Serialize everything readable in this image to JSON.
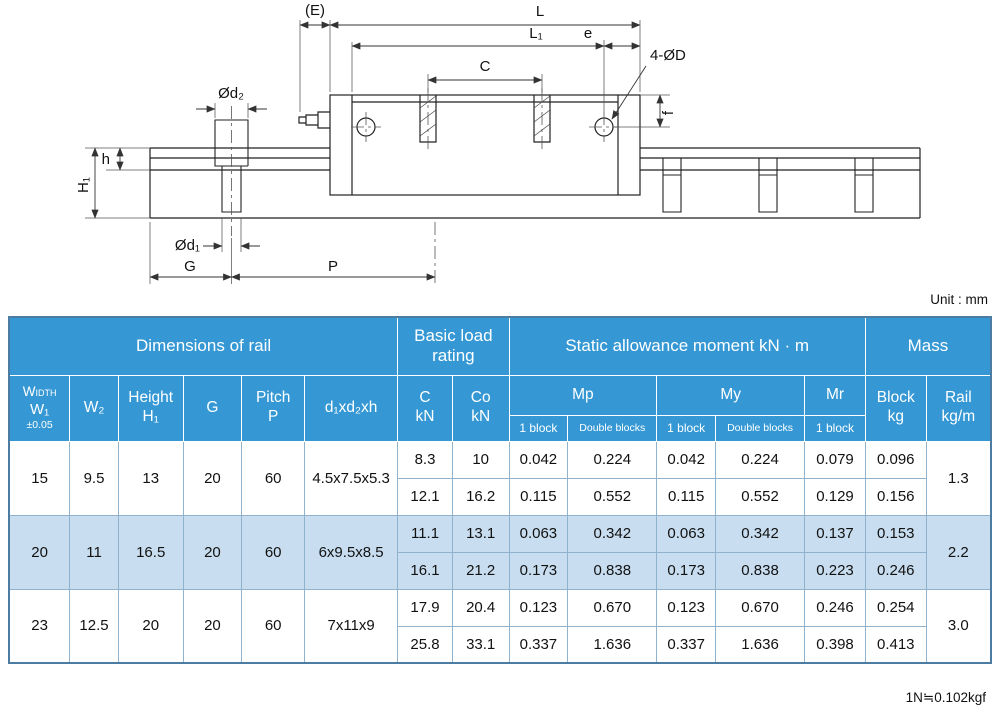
{
  "page": {
    "unit_label": "Unit : mm",
    "footnote": "1N≒0.102kgf"
  },
  "drawing": {
    "labels": {
      "E": "(E)",
      "L": "L",
      "L1": "L₁",
      "e": "e",
      "C": "C",
      "holes": "4-ØD",
      "f": "f",
      "d2": "Ød₂",
      "h": "h",
      "H1": "H₁",
      "d1": "Ød₁",
      "G": "G",
      "P": "P"
    }
  },
  "table": {
    "header": {
      "dims": "Dimensions of rail",
      "load": "Basic load\nrating",
      "static": "Static allowance moment kN · m",
      "mass": "Mass",
      "w1_title": "Width",
      "w1_symbol": "W₁",
      "w1_tol": "±0.05",
      "w2": "W₂",
      "h1": "Height\nH₁",
      "g": "G",
      "p": "Pitch\nP",
      "d": "d₁xd₂xh",
      "c": "C\nkN",
      "co": "Co\nkN",
      "mp": "Mp",
      "my": "My",
      "mr": "Mr",
      "one_block": "1 block",
      "double_blocks": "Double blocks",
      "block": "Block\nkg",
      "rail": "Rail\nkg/m"
    },
    "groups": [
      {
        "w1": "15",
        "w2": "9.5",
        "h1": "13",
        "g": "20",
        "p": "60",
        "d": "4.5x7.5x5.3",
        "rail": "1.3",
        "rows": [
          [
            "8.3",
            "10",
            "0.042",
            "0.224",
            "0.042",
            "0.224",
            "0.079",
            "0.096"
          ],
          [
            "12.1",
            "16.2",
            "0.115",
            "0.552",
            "0.115",
            "0.552",
            "0.129",
            "0.156"
          ]
        ]
      },
      {
        "w1": "20",
        "w2": "11",
        "h1": "16.5",
        "g": "20",
        "p": "60",
        "d": "6x9.5x8.5",
        "rail": "2.2",
        "rows": [
          [
            "11.1",
            "13.1",
            "0.063",
            "0.342",
            "0.063",
            "0.342",
            "0.137",
            "0.153"
          ],
          [
            "16.1",
            "21.2",
            "0.173",
            "0.838",
            "0.173",
            "0.838",
            "0.223",
            "0.246"
          ]
        ]
      },
      {
        "w1": "23",
        "w2": "12.5",
        "h1": "20",
        "g": "20",
        "p": "60",
        "d": "7x11x9",
        "rail": "3.0",
        "rows": [
          [
            "17.9",
            "20.4",
            "0.123",
            "0.670",
            "0.123",
            "0.670",
            "0.246",
            "0.254"
          ],
          [
            "25.8",
            "33.1",
            "0.337",
            "1.636",
            "0.337",
            "1.636",
            "0.398",
            "0.413"
          ]
        ]
      }
    ]
  }
}
